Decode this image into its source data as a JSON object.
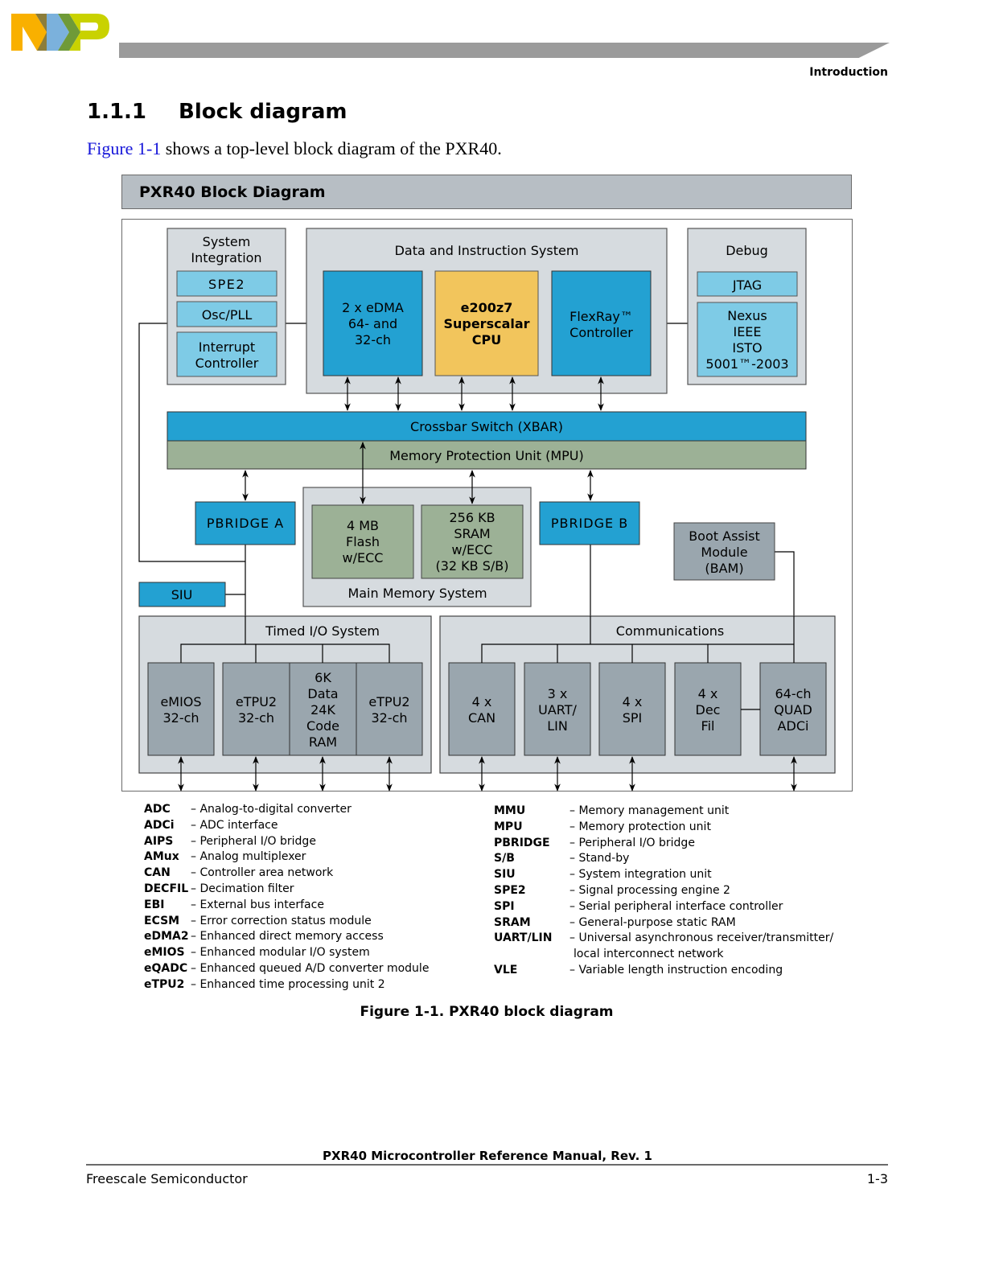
{
  "header": {
    "logo_letters": [
      "N",
      "X",
      "P"
    ],
    "section_label": "Introduction"
  },
  "section": {
    "number": "1.1.1",
    "title": "Block diagram"
  },
  "intro": {
    "link_text": "Figure 1-1",
    "text": " shows a top-level block diagram of the PXR40."
  },
  "diagram": {
    "title": "PXR40 Block Diagram",
    "colors": {
      "group_fill": "#d6dbdf",
      "blue_block": "#23a1d2",
      "light_blue_block": "#7ecbe6",
      "cpu_block": "#f2c55c",
      "memory_block": "#9cb196",
      "io_block": "#9aa6ae"
    },
    "system_integration": {
      "title": [
        "System",
        "Integration"
      ],
      "items": [
        "SPE2",
        "Osc/PLL",
        [
          "Interrupt",
          "Controller"
        ]
      ]
    },
    "data_instruction": {
      "title": "Data and Instruction System",
      "edma": [
        "2 x eDMA",
        "64- and",
        "32-ch"
      ],
      "cpu": [
        "e200z7",
        "Superscalar",
        "CPU"
      ],
      "flexray": [
        "FlexRay™",
        "Controller"
      ]
    },
    "debug": {
      "title": "Debug",
      "jtag": "JTAG",
      "nexus": [
        "Nexus",
        "IEEE",
        "ISTO",
        "5001™-2003"
      ]
    },
    "xbar": "Crossbar Switch (XBAR)",
    "mpu": "Memory Protection Unit (MPU)",
    "pbridge_a": "PBRIDGE A",
    "pbridge_b": "PBRIDGE B",
    "siu": "SIU",
    "main_memory": {
      "title": "Main Memory System",
      "flash": [
        "4 MB",
        "Flash",
        "w/ECC"
      ],
      "sram": [
        "256 KB",
        "SRAM",
        "w/ECC",
        "(32 KB S/B)"
      ]
    },
    "bam": [
      "Boot Assist",
      "Module",
      "(BAM)"
    ],
    "timed_io": {
      "title": "Timed I/O System",
      "blocks": [
        [
          "eMIOS",
          "32-ch"
        ],
        [
          "eTPU2",
          "32-ch"
        ],
        [
          "6K",
          "Data",
          "24K",
          "Code",
          "RAM"
        ],
        [
          "eTPU2",
          "32-ch"
        ]
      ]
    },
    "communications": {
      "title": "Communications",
      "blocks": [
        [
          "4 x",
          "CAN"
        ],
        [
          "3 x",
          "UART/",
          "LIN"
        ],
        [
          "4 x",
          "SPI"
        ],
        [
          "4 x",
          "Dec",
          "Fil"
        ],
        [
          "64-ch",
          "QUAD",
          "ADCi"
        ]
      ]
    }
  },
  "legend": {
    "left": [
      {
        "abbr": "ADC",
        "desc": "– Analog-to-digital converter"
      },
      {
        "abbr": "ADCi",
        "desc": "– ADC interface"
      },
      {
        "abbr": "AIPS",
        "desc": "– Peripheral I/O bridge"
      },
      {
        "abbr": "AMux",
        "desc": "– Analog multiplexer"
      },
      {
        "abbr": "CAN",
        "desc": "– Controller area network"
      },
      {
        "abbr": "DECFIL",
        "desc": "– Decimation filter"
      },
      {
        "abbr": "EBI",
        "desc": "– External bus interface"
      },
      {
        "abbr": "ECSM",
        "desc": "– Error correction status module"
      },
      {
        "abbr": "eDMA2",
        "desc": "– Enhanced direct memory access"
      },
      {
        "abbr": "eMIOS",
        "desc": "– Enhanced modular I/O system"
      },
      {
        "abbr": "eQADC",
        "desc": "– Enhanced queued A/D converter module"
      },
      {
        "abbr": "eTPU2",
        "desc": "– Enhanced time processing unit 2"
      }
    ],
    "right": [
      {
        "abbr": "MMU",
        "desc": "– Memory management unit"
      },
      {
        "abbr": "MPU",
        "desc": "– Memory protection unit"
      },
      {
        "abbr": "PBRIDGE",
        "desc": "– Peripheral I/O bridge"
      },
      {
        "abbr": "S/B",
        "desc": "– Stand-by"
      },
      {
        "abbr": "SIU",
        "desc": "– System integration unit"
      },
      {
        "abbr": "SPE2",
        "desc": "– Signal processing engine 2"
      },
      {
        "abbr": "SPI",
        "desc": "– Serial peripheral interface controller"
      },
      {
        "abbr": "SRAM",
        "desc": "– General-purpose static RAM"
      },
      {
        "abbr": "UART/LIN",
        "desc": "– Universal asynchronous receiver/transmitter/"
      },
      {
        "abbr": "",
        "desc": "local interconnect network"
      },
      {
        "abbr": "VLE",
        "desc": "– Variable length instruction encoding"
      }
    ]
  },
  "figure_caption": "Figure 1-1. PXR40 block diagram",
  "footer": {
    "title": "PXR40 Microcontroller Reference Manual, Rev. 1",
    "company": "Freescale Semiconductor",
    "page": "1-3"
  }
}
